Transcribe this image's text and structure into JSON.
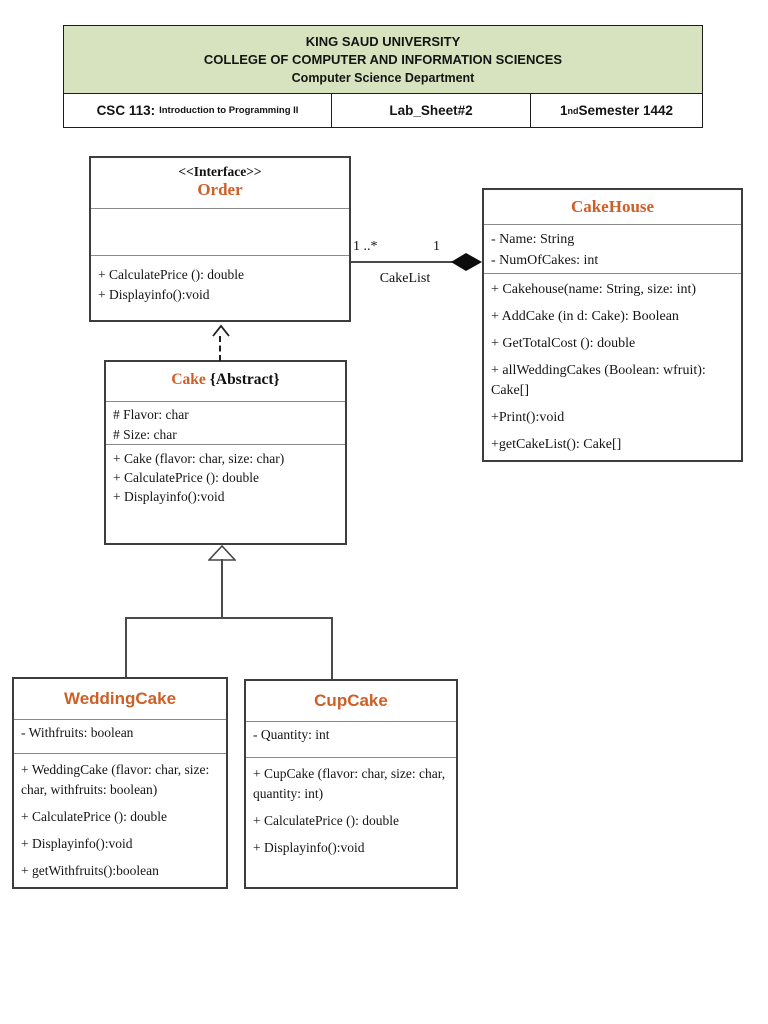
{
  "header": {
    "banner_color": "#d7e3bf",
    "university": "KING SAUD UNIVERSITY",
    "college": "COLLEGE OF COMPUTER AND INFORMATION SCIENCES",
    "department": "Computer Science Department",
    "course_code": "CSC 113:",
    "course_name": "Introduction to Programming II",
    "lab_sheet": "Lab_Sheet#2",
    "semester_number": "1",
    "semester_ordinal": "nd",
    "semester_rest": " Semester 1442"
  },
  "diagram": {
    "accent_color": "#ce5f27",
    "classes": {
      "order": {
        "stereotype": "<<Interface>>",
        "name": "Order",
        "methods": [
          "+ CalculatePrice (): double",
          "+ Displayinfo():void"
        ]
      },
      "cakehouse": {
        "name": "CakeHouse",
        "attributes": [
          "- Name: String",
          "- NumOfCakes: int"
        ],
        "methods": [
          "+ Cakehouse(name: String, size: int)",
          "+ AddCake (in d: Cake): Boolean",
          "+ GetTotalCost (): double",
          "+ allWeddingCakes (Boolean: wfruit): Cake[]",
          "+Print():void",
          "+getCakeList(): Cake[]"
        ]
      },
      "cake": {
        "name": "Cake",
        "modifier": "{Abstract}",
        "attributes": [
          "# Flavor: char",
          "# Size: char"
        ],
        "methods": [
          "+ Cake (flavor: char, size: char)",
          "+ CalculatePrice (): double",
          "+ Displayinfo():void"
        ]
      },
      "weddingcake": {
        "name": "WeddingCake",
        "attributes": [
          "- Withfruits: boolean"
        ],
        "methods": [
          "+ WeddingCake (flavor: char, size: char, withfruits: boolean)",
          "+ CalculatePrice (): double",
          "+ Displayinfo():void",
          "+ getWithfruits():boolean"
        ]
      },
      "cupcake": {
        "name": "CupCake",
        "attributes": [
          "- Quantity: int"
        ],
        "methods": [
          "+ CupCake (flavor: char, size: char, quantity: int)",
          "+ CalculatePrice (): double",
          "+ Displayinfo():void"
        ]
      }
    },
    "composition": {
      "source_multiplicity": "1 ..*",
      "target_multiplicity": "1",
      "label": "CakeList"
    }
  }
}
